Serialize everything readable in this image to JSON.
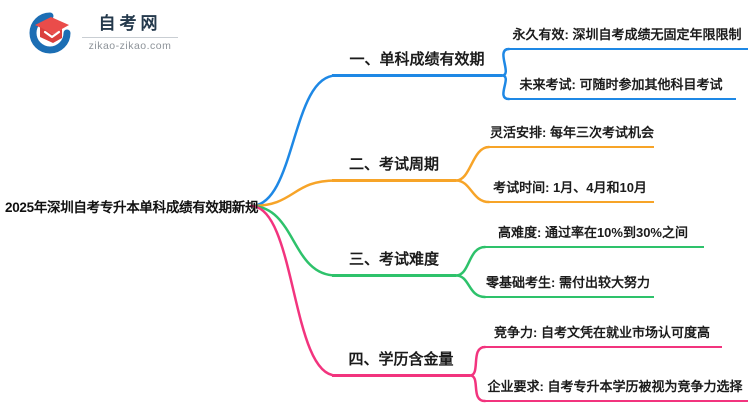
{
  "logo": {
    "title": "自考网",
    "domain": "zikao-zikao.com"
  },
  "root": {
    "label": "2025年深圳自考专升本单科成绩有效期新规"
  },
  "colors": {
    "branch1": "#1E88E5",
    "branch2": "#F7A428",
    "branch3": "#2EC26B",
    "branch4": "#F2347E"
  },
  "branches": [
    {
      "label": "一、单科成绩有效期",
      "color": "#1E88E5",
      "children": [
        "永久有效: 深圳自考成绩无固定年限限制",
        "未来考试: 可随时参加其他科目考试"
      ]
    },
    {
      "label": "二、考试周期",
      "color": "#F7A428",
      "children": [
        "灵活安排: 每年三次考试机会",
        "考试时间: 1月、4月和10月"
      ]
    },
    {
      "label": "三、考试难度",
      "color": "#2EC26B",
      "children": [
        "高难度: 通过率在10%到30%之间",
        "零基础考生: 需付出较大努力"
      ]
    },
    {
      "label": "四、学历含金量",
      "color": "#F2347E",
      "children": [
        "竞争力: 自考文凭在就业市场认可度高",
        "企业要求: 自考专升本学历被视为竞争力选择"
      ]
    }
  ]
}
